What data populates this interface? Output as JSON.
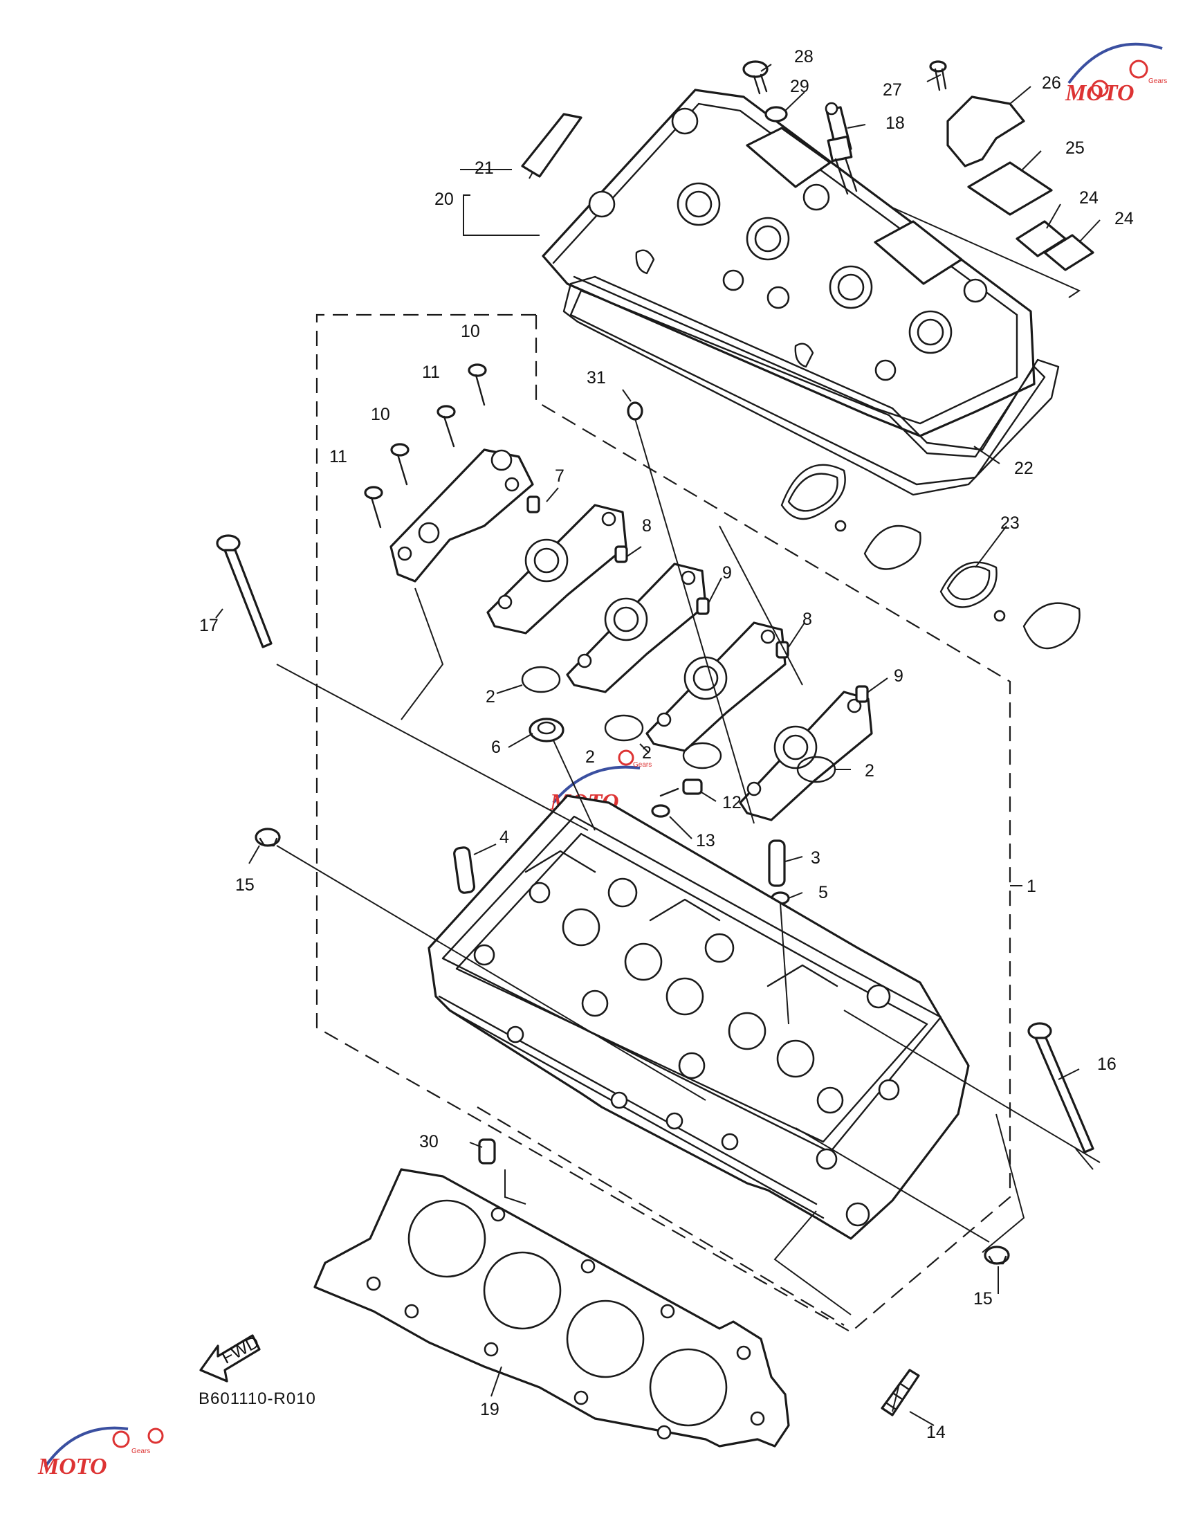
{
  "diagram": {
    "code": "B601110-R010",
    "fwd_label": "FWD",
    "callouts": [
      {
        "id": "c1",
        "n": "1"
      },
      {
        "id": "c2a",
        "n": "2"
      },
      {
        "id": "c2b",
        "n": "2"
      },
      {
        "id": "c2c",
        "n": "2"
      },
      {
        "id": "c2d",
        "n": "2"
      },
      {
        "id": "c3",
        "n": "3"
      },
      {
        "id": "c4",
        "n": "4"
      },
      {
        "id": "c5",
        "n": "5"
      },
      {
        "id": "c6",
        "n": "6"
      },
      {
        "id": "c7",
        "n": "7"
      },
      {
        "id": "c8a",
        "n": "8"
      },
      {
        "id": "c8b",
        "n": "8"
      },
      {
        "id": "c9a",
        "n": "9"
      },
      {
        "id": "c9b",
        "n": "9"
      },
      {
        "id": "c10a",
        "n": "10"
      },
      {
        "id": "c10b",
        "n": "10"
      },
      {
        "id": "c11a",
        "n": "11"
      },
      {
        "id": "c11b",
        "n": "11"
      },
      {
        "id": "c12",
        "n": "12"
      },
      {
        "id": "c13",
        "n": "13"
      },
      {
        "id": "c14",
        "n": "14"
      },
      {
        "id": "c15a",
        "n": "15"
      },
      {
        "id": "c15b",
        "n": "15"
      },
      {
        "id": "c16",
        "n": "16"
      },
      {
        "id": "c17",
        "n": "17"
      },
      {
        "id": "c18",
        "n": "18"
      },
      {
        "id": "c19",
        "n": "19"
      },
      {
        "id": "c20",
        "n": "20"
      },
      {
        "id": "c21",
        "n": "21"
      },
      {
        "id": "c22",
        "n": "22"
      },
      {
        "id": "c23",
        "n": "23"
      },
      {
        "id": "c24a",
        "n": "24"
      },
      {
        "id": "c24b",
        "n": "24"
      },
      {
        "id": "c25",
        "n": "25"
      },
      {
        "id": "c26",
        "n": "26"
      },
      {
        "id": "c27",
        "n": "27"
      },
      {
        "id": "c28",
        "n": "28"
      },
      {
        "id": "c29",
        "n": "29"
      },
      {
        "id": "c30",
        "n": "30"
      },
      {
        "id": "c31",
        "n": "31"
      }
    ]
  },
  "watermark": {
    "brand": "MOTO",
    "sub": "Gears"
  }
}
